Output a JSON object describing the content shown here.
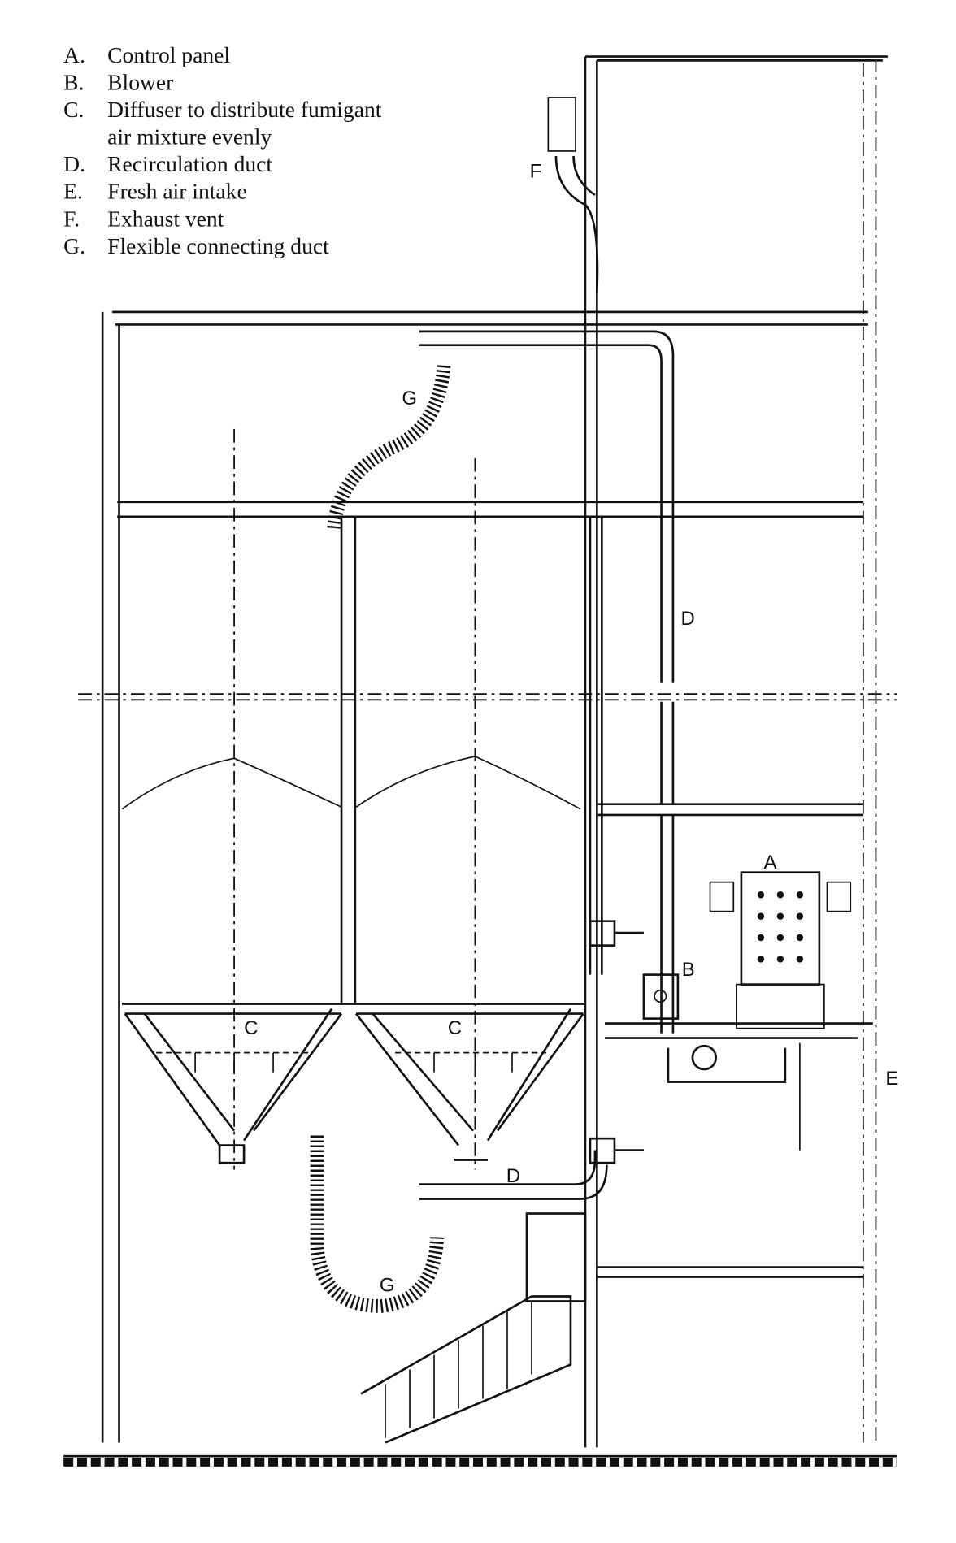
{
  "legend": [
    {
      "key": "A.",
      "text": "Control panel"
    },
    {
      "key": "B.",
      "text": "Blower"
    },
    {
      "key": "C.",
      "text": "Diffuser to distribute fumigant"
    },
    {
      "key": "",
      "text": "air mixture evenly"
    },
    {
      "key": "D.",
      "text": "Recirculation duct"
    },
    {
      "key": "E.",
      "text": "Fresh air intake"
    },
    {
      "key": "F.",
      "text": "Exhaust vent"
    },
    {
      "key": "G.",
      "text": "Flexible connecting duct"
    }
  ],
  "labels": {
    "a": "A",
    "b": "B",
    "c1": "C",
    "c2": "C",
    "d1": "D",
    "d2": "D",
    "e": "E",
    "f": "F",
    "g1": "G",
    "g2": "G"
  }
}
